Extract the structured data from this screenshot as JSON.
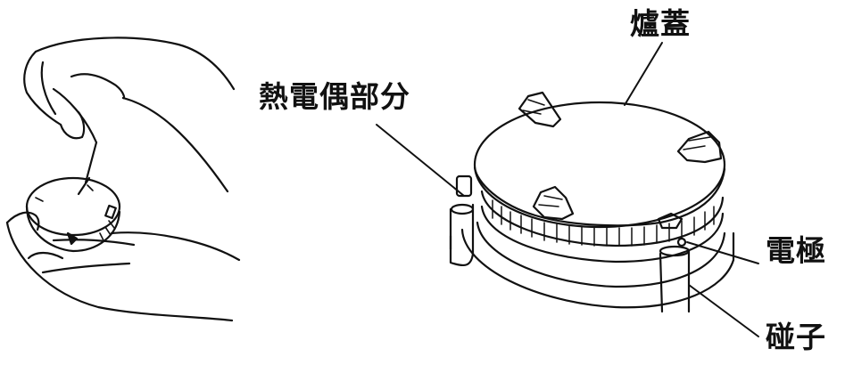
{
  "labels": {
    "burner_cover": "爐蓋",
    "thermocouple": "熱電偶部分",
    "electrode": "電極",
    "igniter": "碰子"
  },
  "colors": {
    "line": "#111111",
    "background": "#ffffff"
  }
}
